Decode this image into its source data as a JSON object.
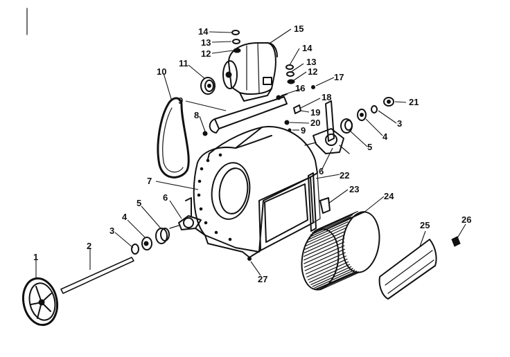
{
  "diagram": {
    "part_numbers": [
      "1",
      "2",
      "3",
      "4",
      "5",
      "6",
      "7",
      "8",
      "9",
      "10",
      "11",
      "12",
      "13",
      "14",
      "15",
      "16",
      "17",
      "18",
      "19",
      "20",
      "21",
      "22",
      "23",
      "24",
      "25",
      "26",
      "27"
    ],
    "callouts": {
      "n1": "1",
      "n2": "2",
      "n3a": "3",
      "n3b": "3",
      "n4a": "4",
      "n4b": "4",
      "n5a": "5",
      "n5b": "5",
      "n6a": "6",
      "n6b": "6",
      "n7": "7",
      "n8": "8",
      "n9a": "9",
      "n9b": "9",
      "n10": "10",
      "n11": "11",
      "n12a": "12",
      "n12b": "12",
      "n13a": "13",
      "n13b": "13",
      "n14a": "14",
      "n14b": "14",
      "n15": "15",
      "n16": "16",
      "n17": "17",
      "n18": "18",
      "n19": "19",
      "n20": "20",
      "n21": "21",
      "n22": "22",
      "n23": "23",
      "n24": "24",
      "n25": "25",
      "n26": "26",
      "n27": "27"
    }
  }
}
